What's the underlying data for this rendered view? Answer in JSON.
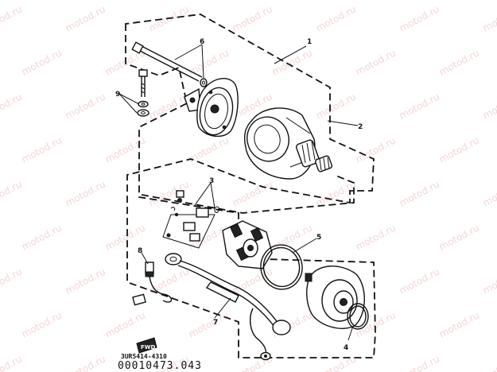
{
  "callouts": {
    "c1": "1",
    "c2": "2",
    "c3": "3",
    "c4": "4",
    "c5": "5",
    "c6": "6",
    "c7": "7",
    "c8": "8",
    "c9": "9"
  },
  "watermark": "motod.ru",
  "footer": {
    "code_large": "00010473.043",
    "code_small": "3UR5414-4310",
    "fwd_label": "FWD"
  }
}
